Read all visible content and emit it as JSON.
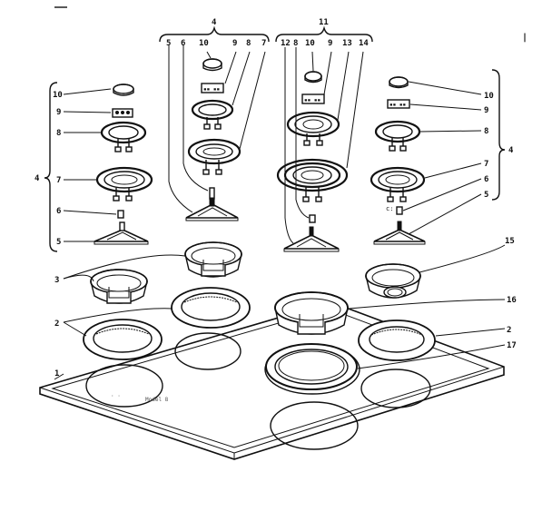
{
  "diagram": {
    "stamp": "Model 8"
  },
  "callouts": {
    "group_left": "4",
    "group_top_left": "4",
    "group_top_mid": "11",
    "group_right": "4",
    "left_10": "10",
    "left_9": "9",
    "left_8": "8",
    "left_7": "7",
    "left_6": "6",
    "left_5": "5",
    "tl_5": "5",
    "tl_6": "6",
    "tl_10": "10",
    "tl_9": "9",
    "tl_8": "8",
    "tl_7": "7",
    "tm_12": "12",
    "tm_8": "8",
    "tm_10": "10",
    "tm_9": "9",
    "tm_13": "13",
    "tm_14": "14",
    "r_10": "10",
    "r_9": "9",
    "r_8": "8",
    "r_7": "7",
    "r_6": "6",
    "r_5": "5",
    "r_15": "15",
    "left_3": "3",
    "left_2": "2",
    "left_1": "1",
    "r_16": "16",
    "r_2": "2",
    "r_17": "17",
    "corner_mark": "|"
  }
}
